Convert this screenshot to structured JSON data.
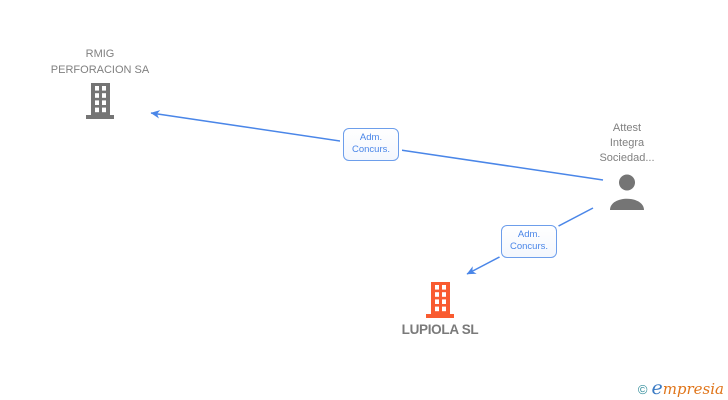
{
  "diagram": {
    "nodes": {
      "rmig": {
        "lines": [
          "RMIG",
          "PERFORACION SA"
        ],
        "icon": "building-icon",
        "icon_color": "#757575",
        "text_color": "#808080"
      },
      "attest": {
        "lines": [
          "Attest",
          "Integra",
          "Sociedad..."
        ],
        "icon": "person-icon",
        "icon_color": "#757575",
        "text_color": "#808080"
      },
      "lupiola": {
        "lines": [
          "LUPIOLA SL"
        ],
        "icon": "building-icon",
        "icon_color": "#F95B30",
        "text_color": "#7A7A7A"
      }
    },
    "edges": [
      {
        "from": "attest",
        "to": "rmig",
        "label": [
          "Adm.",
          "Concurs."
        ]
      },
      {
        "from": "attest",
        "to": "lupiola",
        "label": [
          "Adm.",
          "Concurs."
        ]
      }
    ],
    "colors": {
      "edge_blue": "#4A86E8",
      "edge_label_border": "#6D9EEB",
      "edge_label_text": "#4A86E8",
      "gray_icon": "#757575",
      "gray_text": "#808080",
      "lupiola_orange": "#F95B30"
    }
  },
  "footer": {
    "copyright": "©",
    "brand_initial": "e",
    "brand_rest": "mpresia",
    "logo_teal": "#2E8B99",
    "logo_blue": "#3B7BC4",
    "logo_orange": "#E0751A"
  }
}
